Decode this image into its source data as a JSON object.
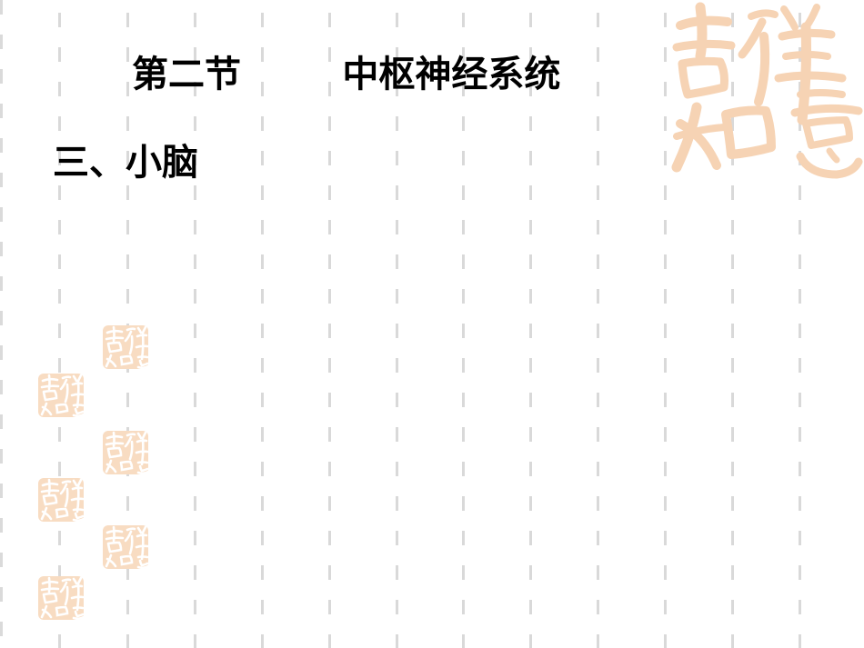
{
  "slide": {
    "title": "第二节        中枢神经系统",
    "subtitle": "三、小脑"
  },
  "colors": {
    "seal": "#f6d3b4",
    "seal_light": "#fbe7d6",
    "dash": "#d9d9d9",
    "text": "#000000"
  },
  "icons": {
    "large_seal": "auspicious-seal-watermark",
    "small_seal": "auspicious-seal-stamp"
  }
}
